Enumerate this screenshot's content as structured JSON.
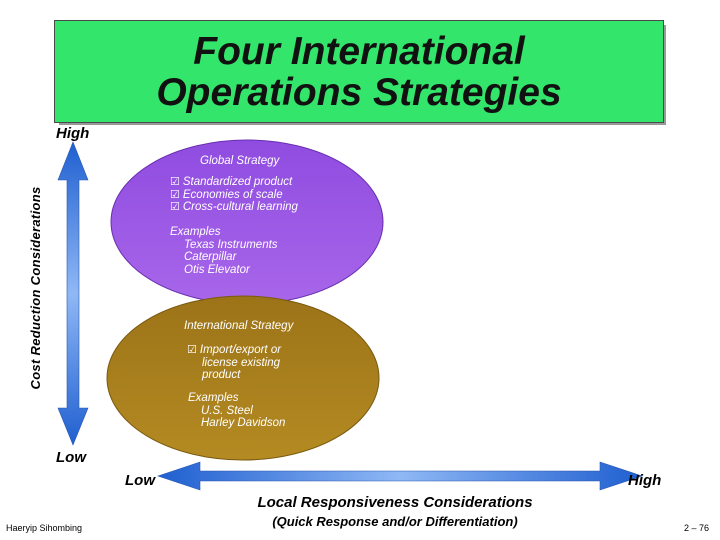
{
  "title": {
    "line1": "Four International",
    "line2": "Operations Strategies"
  },
  "axes": {
    "vertical": {
      "title": "Cost Reduction Considerations",
      "high_label": "High",
      "low_label": "Low"
    },
    "horizontal": {
      "title": "Local Responsiveness Considerations",
      "subtitle": "(Quick Response and/or Differentiation)",
      "low_label": "Low",
      "high_label": "High"
    }
  },
  "strategies": [
    {
      "name": "Global Strategy",
      "bullets": [
        "Standardized product",
        "Economies of scale",
        "Cross-cultural learning"
      ],
      "examples_label": "Examples",
      "examples": [
        "Texas Instruments",
        "Caterpillar",
        "Otis Elevator"
      ],
      "color": "#9955e0"
    },
    {
      "name": "International Strategy",
      "bullets": [
        "Import/export or",
        "license existing",
        "product"
      ],
      "examples_label": "Examples",
      "examples": [
        "U.S. Steel",
        "Harley Davidson"
      ],
      "color": "#a87f1a"
    }
  ],
  "footer": {
    "author": "Haeryip Sihombing",
    "page": "2 – 76"
  },
  "colors": {
    "title_bg": "#33e66b",
    "axis_arrow": "#7fb0f0"
  },
  "icons": {
    "bullet": "checkbox-icon"
  }
}
